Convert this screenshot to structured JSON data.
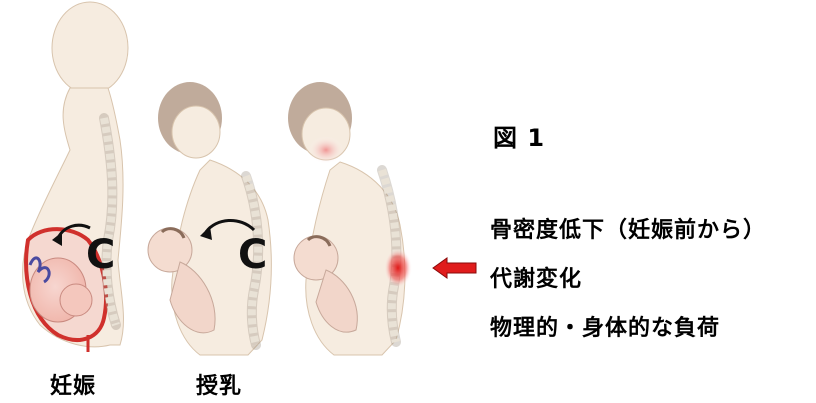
{
  "figure_title": "図 1",
  "factors": [
    "骨密度低下（妊娠前から）",
    "代謝変化",
    "物理的・身体的な負荷"
  ],
  "captions": {
    "pregnancy": "妊娠",
    "breastfeeding": "授乳"
  },
  "rotation_glyph": "C",
  "colors": {
    "skin": "#f6ece0",
    "skin_outline": "#d8c4ad",
    "hair": "#b59c8a",
    "spine": "#e9e2d6",
    "spine_outline": "#9a8f80",
    "uterus": "#d0302c",
    "pain_spot": "#e02020",
    "arrow": "#e01c1c",
    "cheek": "#f0a0a0"
  }
}
